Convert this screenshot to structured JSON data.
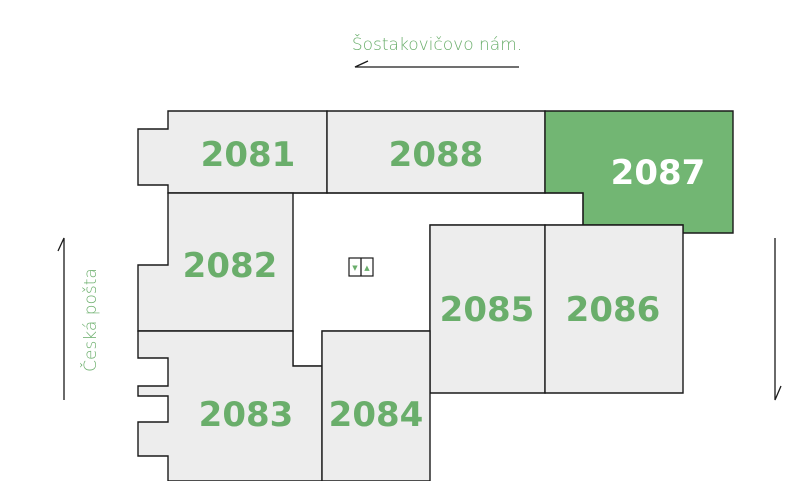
{
  "streets": {
    "top": "Šostakovičovo nám.",
    "left": "Česká pošta"
  },
  "units": {
    "u2081": {
      "label": "2081",
      "selected": false
    },
    "u2088": {
      "label": "2088",
      "selected": false
    },
    "u2087": {
      "label": "2087",
      "selected": true
    },
    "u2082": {
      "label": "2082",
      "selected": false
    },
    "u2085": {
      "label": "2085",
      "selected": false
    },
    "u2086": {
      "label": "2086",
      "selected": false
    },
    "u2083": {
      "label": "2083",
      "selected": false
    },
    "u2084": {
      "label": "2084",
      "selected": false
    }
  },
  "colors": {
    "accent": "#6aae6b",
    "selected_fill": "#72b673",
    "unit_fill": "#ededed",
    "outline": "#1a1a1a"
  },
  "elevator": {
    "icon": "elevator-icon",
    "down": "▼",
    "up": "▲"
  }
}
